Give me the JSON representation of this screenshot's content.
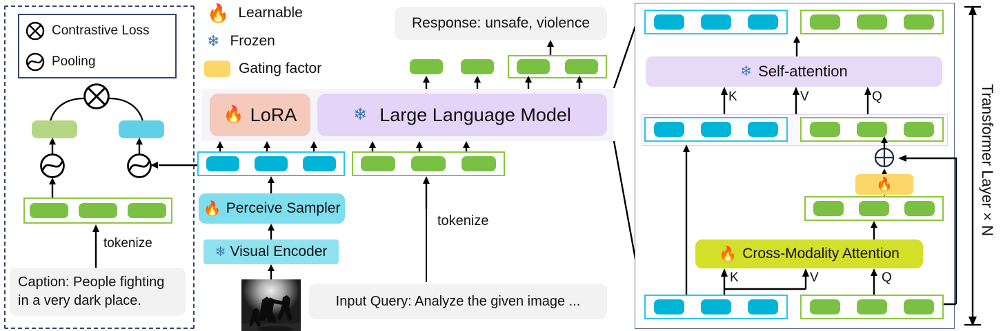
{
  "legend": {
    "items": [
      {
        "icon": "contrastive-loss-icon",
        "label": "Contrastive Loss"
      },
      {
        "icon": "pooling-icon",
        "label": "Pooling"
      }
    ]
  },
  "marker_legend": {
    "items": [
      {
        "icon": "flame-icon",
        "label": "Learnable",
        "color": "#f4125e"
      },
      {
        "icon": "snowflake-icon",
        "label": "Frozen",
        "color": "#3c78b4"
      },
      {
        "icon": "gating-swatch",
        "label": "Gating factor",
        "color": "#fcd669"
      }
    ]
  },
  "left_panel": {
    "caption_text": "Caption: People fighting in a very dark place.",
    "tokenize_label": "tokenize",
    "image_embed_color": "#5fd0e8",
    "text_embed_color": "#b5d684"
  },
  "center": {
    "response_text": "Response: unsafe, violence",
    "lora_label": "LoRA",
    "llm_label": "Large Language Model",
    "perceive_sampler_label": "Perceive Sampler",
    "visual_encoder_label": "Visual Encoder",
    "input_query_text": "Input Query: Analyze the given image ...",
    "tokenize_label": "tokenize",
    "image_alt": "fighting-silhouettes-photo"
  },
  "right_panel": {
    "self_attention_label": "Self-attention",
    "cross_modality_label": "Cross-Modality Attention",
    "qkv": {
      "k": "K",
      "v": "V",
      "q": "Q"
    },
    "layer_label": "Transformer Layer × N"
  },
  "colors": {
    "visual_token": "#00b4d8",
    "text_token": "#7ac143",
    "lora": "#f6c9bd",
    "llm": "#e4d4f7",
    "self_attention": "#e7d9f8",
    "cross_modality": "#d3df28",
    "sampler": "#7fdeed",
    "encoder": "#8fe2f0",
    "gating": "#fcd669"
  }
}
